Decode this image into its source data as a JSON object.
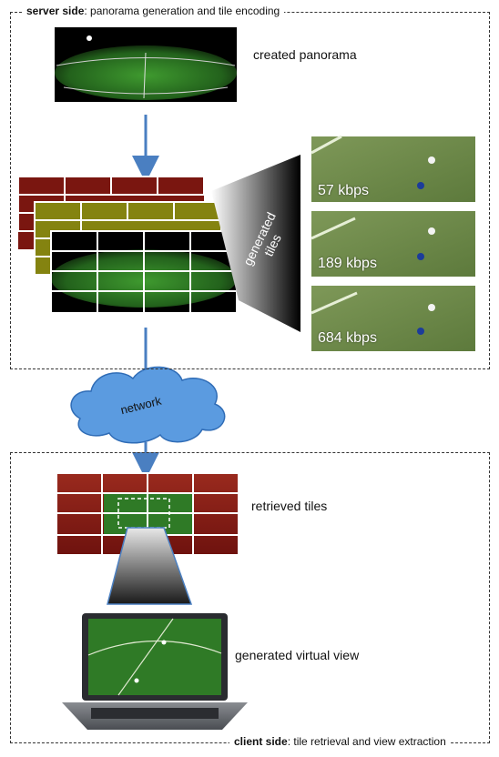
{
  "server_box": {
    "title_bold": "server side",
    "title_rest": ": panorama generation and tile encoding"
  },
  "client_box": {
    "title_bold": "client side",
    "title_rest": ": tile retrieval and view extraction"
  },
  "captions": {
    "created_panorama": "created  panorama",
    "generated_tiles_line1": "generated",
    "generated_tiles_line2": "tiles",
    "retrieved_tiles": "retrieved tiles",
    "virtual_view": "generated virtual view",
    "network": "network"
  },
  "bitrates": [
    {
      "label": "57 kbps"
    },
    {
      "label": "189 kbps"
    },
    {
      "label": "684 kbps"
    }
  ],
  "colors": {
    "arrow": "#4a7fc1",
    "cloud": "#5b9be0",
    "field": "#2f7a26",
    "tile_red": "#8a1a14",
    "tile_yellow": "#8b8b12",
    "thumb_field": "#6f8a4a"
  }
}
